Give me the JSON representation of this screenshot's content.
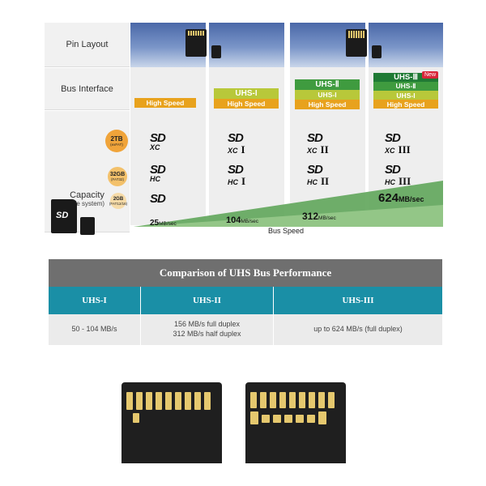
{
  "diagram": {
    "row_labels": {
      "pin_layout": "Pin Layout",
      "bus_interface": "Bus Interface",
      "capacity": "Capacity",
      "capacity_sub": "(file system)"
    },
    "bus_bands": {
      "high_speed": "High Speed",
      "uhs1": "UHS-I",
      "uhs2": "UHS-Ⅱ",
      "uhs3": "UHS-Ⅲ",
      "new_badge": "New"
    },
    "capacities": [
      {
        "value": "2TB",
        "fs": "(exFAT)"
      },
      {
        "value": "32GB",
        "fs": "(FAT32)"
      },
      {
        "value": "2GB",
        "fs": "(FAT12/16)"
      }
    ],
    "logos": {
      "sd": "SD",
      "xc": "XC",
      "hc": "HC",
      "r1": "I",
      "r2": "II",
      "r3": "III"
    },
    "speeds": [
      {
        "num": "25",
        "unit": "MB/sec"
      },
      {
        "num": "104",
        "unit": "MB/sec"
      },
      {
        "num": "312",
        "unit": "MB/sec"
      },
      {
        "num": "624",
        "unit": "MB/sec"
      }
    ],
    "bus_speed_label": "Bus Speed",
    "card_label": "SD"
  },
  "comparison": {
    "title": "Comparison of UHS Bus Performance",
    "headers": [
      "UHS-I",
      "UHS-II",
      "UHS-III"
    ],
    "cells": {
      "uhs1": "50 - 104 MB/s",
      "uhs2_line1": "156 MB/s full duplex",
      "uhs2_line2": "312 MB/s half duplex",
      "uhs3": "up to 624 MB/s (full duplex)"
    }
  },
  "colors": {
    "high_speed": "#e8a21d",
    "uhs1": "#b8c83a",
    "uhs2": "#3f9b3f",
    "uhs3": "#1f7a34",
    "table_header": "#1a8fa6",
    "table_title": "#6f6f6f"
  }
}
